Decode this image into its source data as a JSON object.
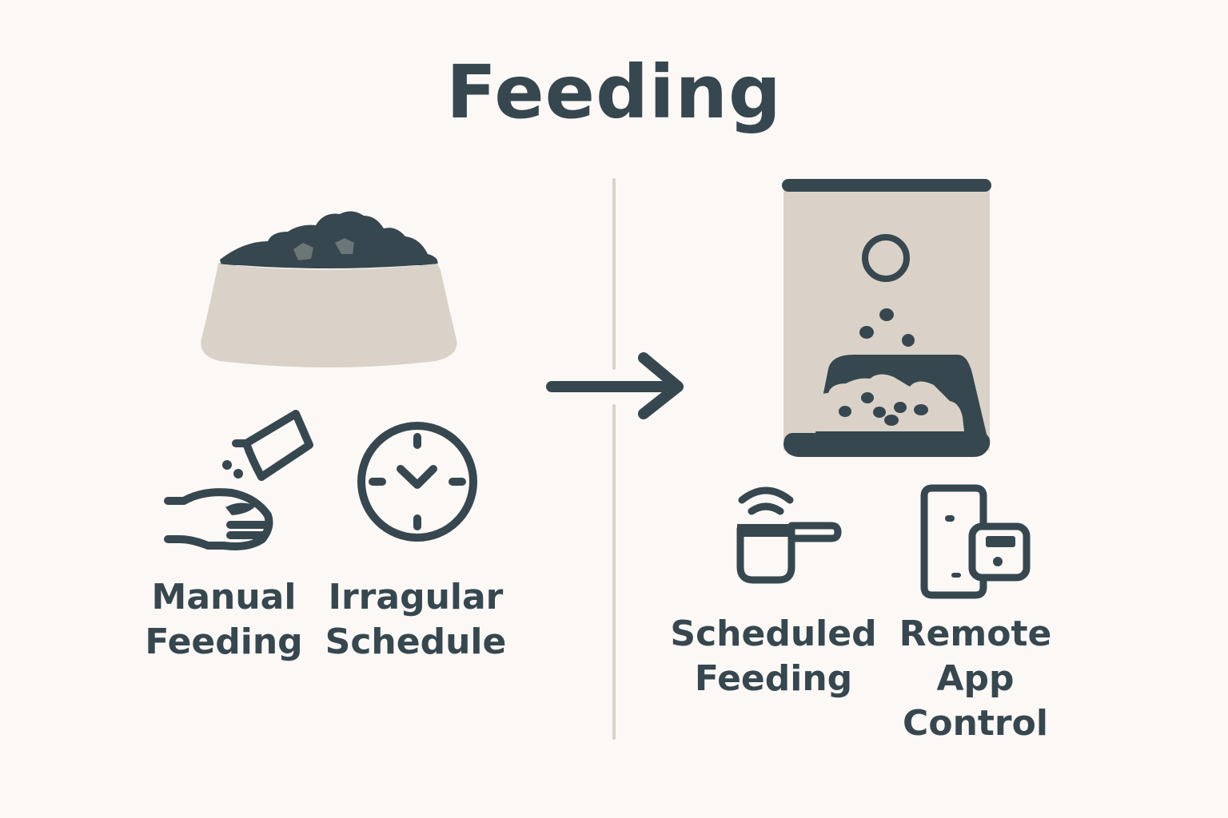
{
  "title": "Feeding",
  "colors": {
    "background": "#fcf8f5",
    "primary": "#36474f",
    "beige": "#dad2c8",
    "kibble_highlight": "#6b7677"
  },
  "left_panel": {
    "hero_icon": "food-bowl-icon",
    "items": [
      {
        "icon": "hand-pouring-food-icon",
        "label_lines": [
          "Manual",
          "Feeding"
        ]
      },
      {
        "icon": "clock-icon",
        "label_lines": [
          "Irragular",
          "Schedule"
        ]
      }
    ]
  },
  "transition": {
    "icon": "arrow-right-icon"
  },
  "right_panel": {
    "hero_icon": "automatic-feeder-icon",
    "items": [
      {
        "icon": "wireless-scoop-icon",
        "label_lines": [
          "Scheduled",
          "Feeding"
        ]
      },
      {
        "icon": "phone-remote-app-icon",
        "label_lines": [
          "Remote",
          "App",
          "Control"
        ]
      }
    ]
  }
}
